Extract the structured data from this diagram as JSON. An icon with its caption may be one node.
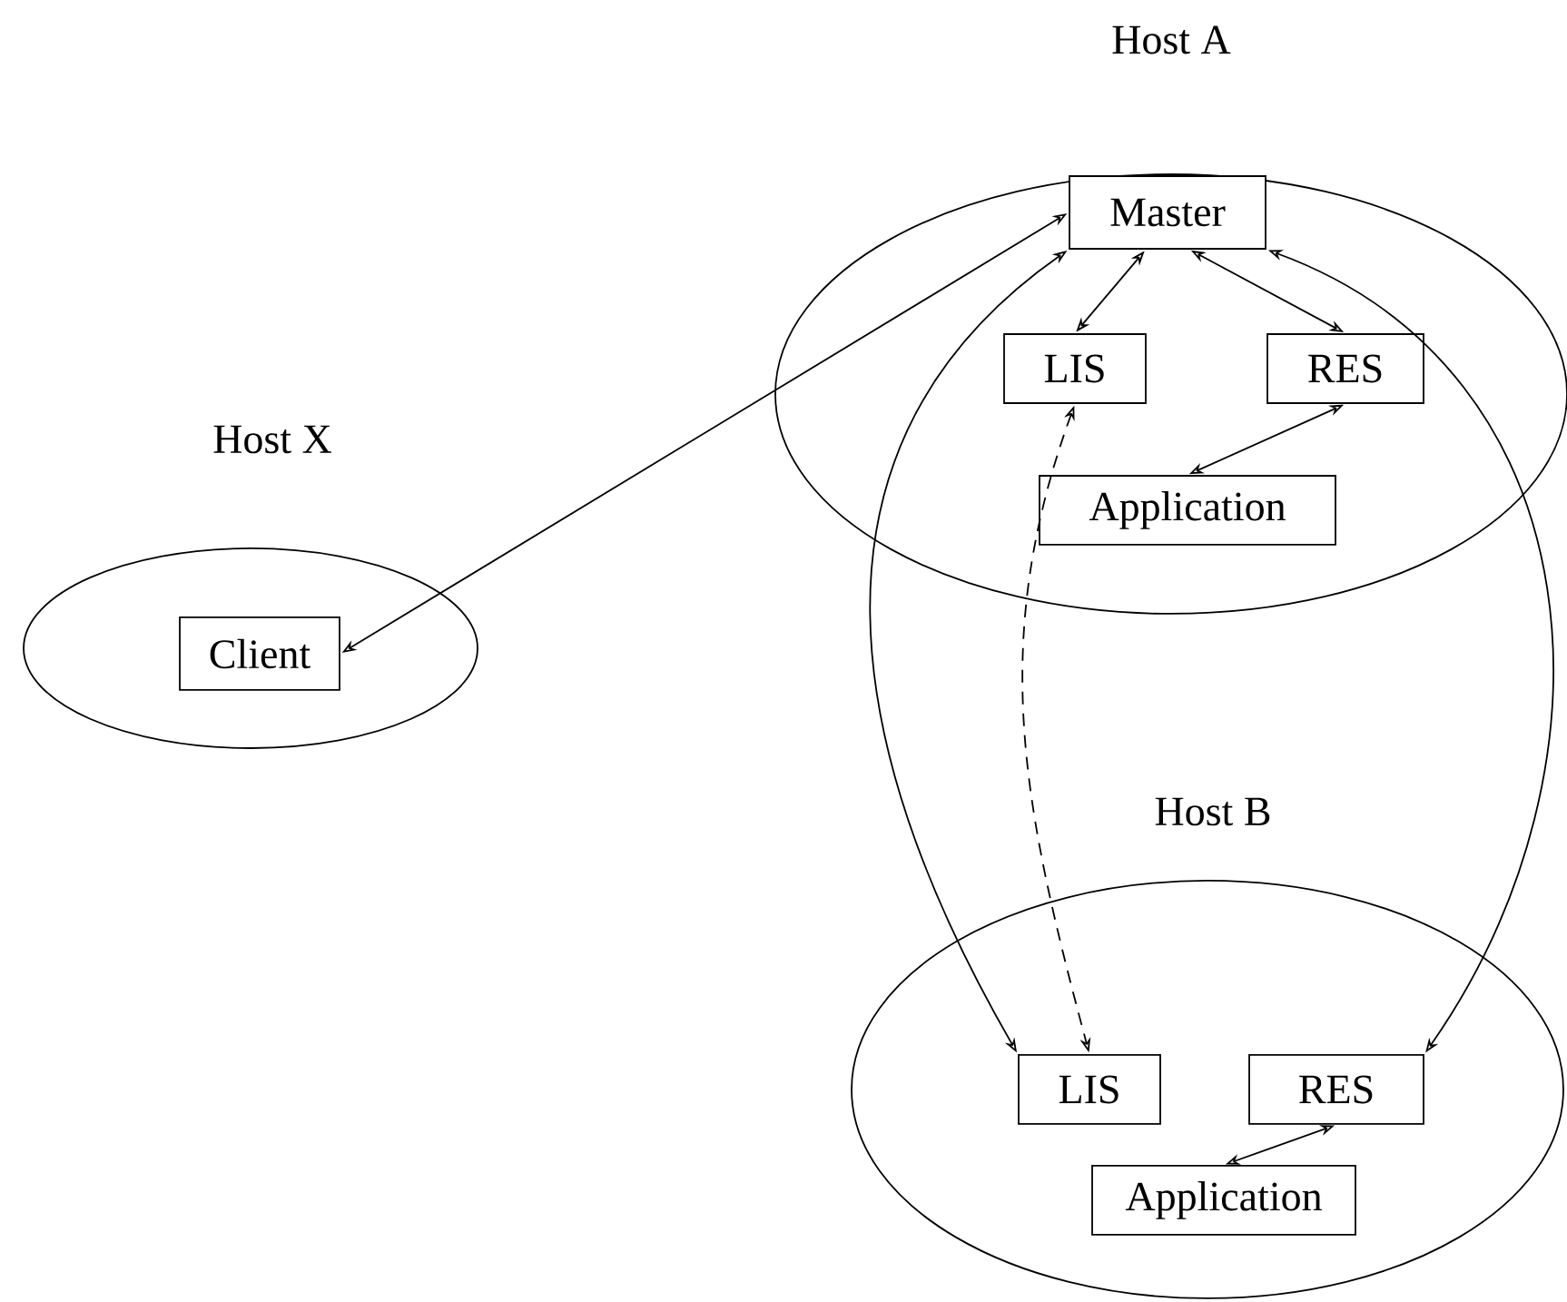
{
  "diagram": {
    "nodes": [
      {
        "text": [
          "Host A"
        ]
      },
      {
        "text": [
          "Master"
        ],
        "in": 0
      },
      {
        "text": [
          "LIS"
        ],
        "in": 0
      },
      {
        "text": [
          "RES"
        ],
        "in": 0
      },
      {
        "text": [
          "Application"
        ],
        "in": 0
      },
      {
        "text": [
          "Host X"
        ]
      },
      {
        "text": [
          "Client"
        ],
        "in": 5
      },
      {
        "text": [
          "Host B"
        ]
      },
      {
        "text": [
          "LIS"
        ],
        "in": 7
      },
      {
        "text": [
          "RES"
        ],
        "in": 7
      },
      {
        "text": [
          "Application"
        ],
        "in": 7
      }
    ],
    "edges": [
      {
        "from": 1,
        "to": 6,
        "arrow": "both"
      },
      {
        "from": 1,
        "to": 2,
        "arrow": "both"
      },
      {
        "from": 1,
        "to": 3,
        "arrow": "both"
      },
      {
        "from": 3,
        "to": 4,
        "arrow": "both"
      },
      {
        "from": 1,
        "to": 8,
        "arrow": "both"
      },
      {
        "from": 2,
        "to": 8,
        "arrow": "both",
        "style": "dashed"
      },
      {
        "from": 1,
        "to": 9,
        "arrow": "both"
      },
      {
        "from": 9,
        "to": 10,
        "arrow": "both"
      }
    ]
  }
}
